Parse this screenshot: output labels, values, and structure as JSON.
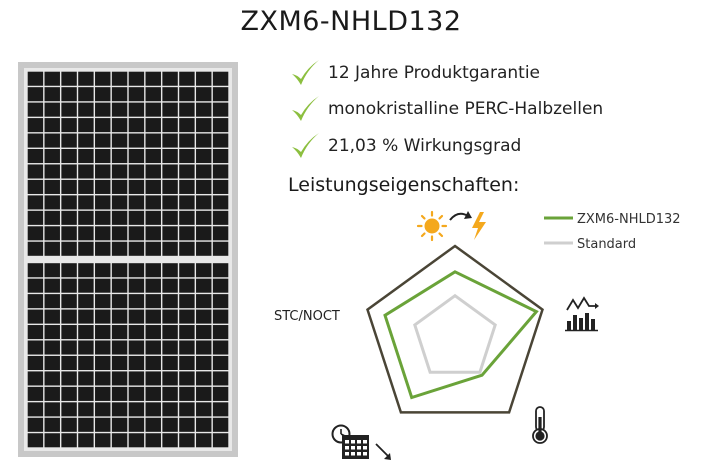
{
  "title": "ZXM6-NHLD132",
  "features": [
    {
      "icon": "check-icon",
      "label": "12 Jahre Produktgarantie"
    },
    {
      "icon": "check-icon",
      "label": "monokristalline PERC-Halbzellen"
    },
    {
      "icon": "check-icon",
      "label": "21,03 % Wirkungsgrad"
    }
  ],
  "section_title": "Leistungseigenschaften:",
  "colors": {
    "accent_green": "#6aa339",
    "standard_grey": "#cfcfcf",
    "outline": "#4a4536",
    "panel_cell": "#1a1a1a",
    "panel_frame": "#c8c8c8"
  },
  "chart_data": {
    "type": "radar",
    "axes": [
      {
        "icon": "sun-to-power-icon",
        "label": ""
      },
      {
        "icon": "performance-chart-icon",
        "label": ""
      },
      {
        "icon": "thermometer-icon",
        "label": ""
      },
      {
        "icon": "calendar-degradation-icon",
        "label": ""
      },
      {
        "icon": "",
        "label": "STC/NOCT"
      }
    ],
    "range": [
      0,
      1
    ],
    "legend_position": "top-right",
    "series": [
      {
        "name": "ZXM6-NHLD132",
        "color": "#6aa339",
        "values": [
          0.72,
          0.93,
          0.5,
          0.8,
          0.8
        ]
      },
      {
        "name": "Standard",
        "color": "#cfcfcf",
        "values": [
          0.46,
          0.46,
          0.46,
          0.46,
          0.46
        ]
      }
    ]
  }
}
